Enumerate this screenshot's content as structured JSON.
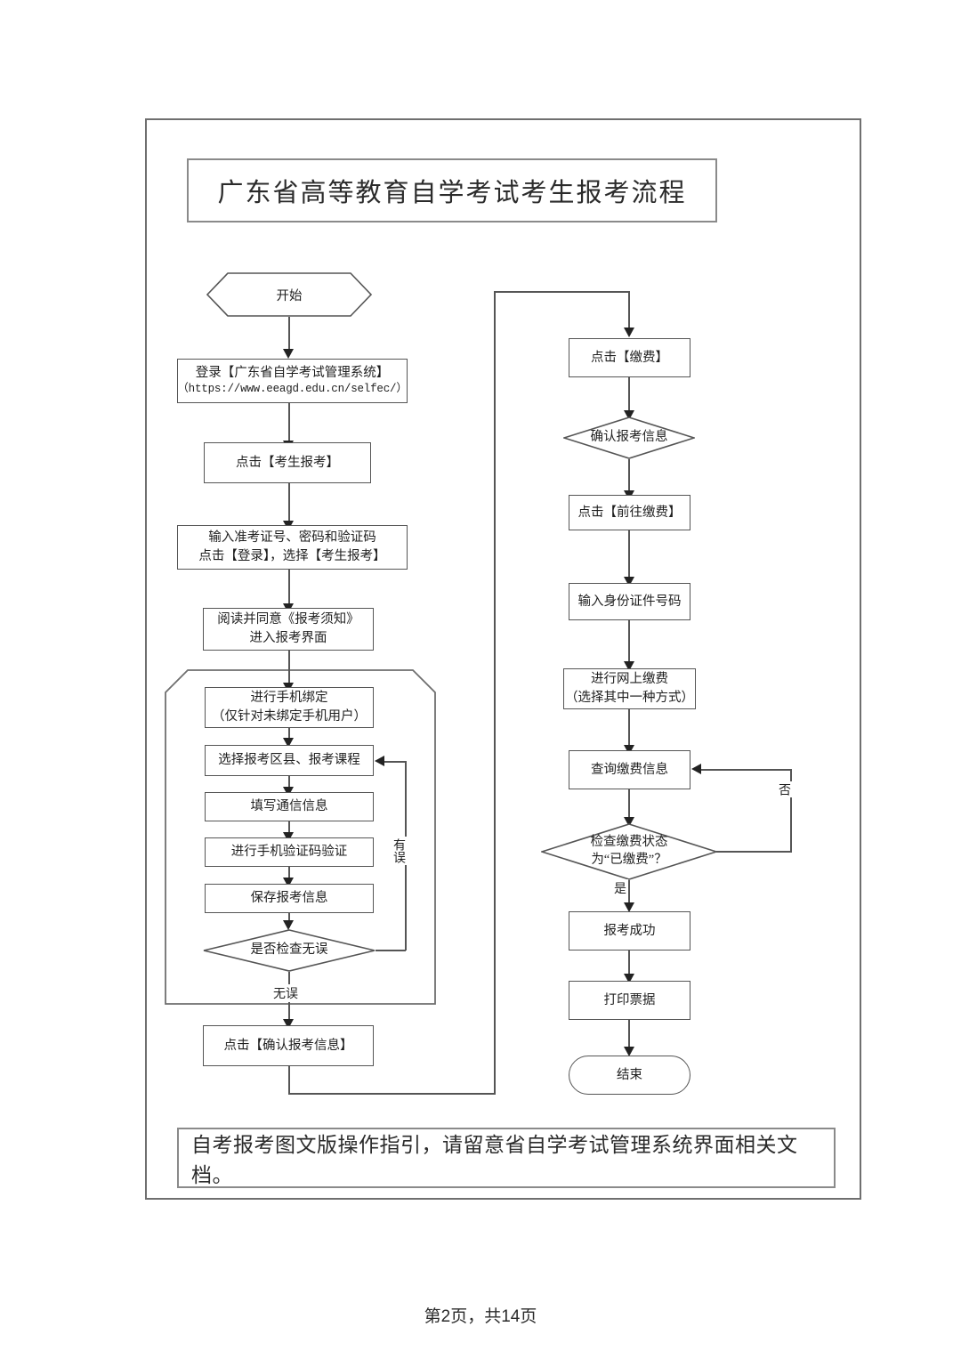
{
  "document": {
    "title": "广东省高等教育自学考试考生报考流程",
    "footer_note": "自考报考图文版操作指引，请留意省自学考试管理系统界面相关文档。",
    "page_number": "第2页，共14页"
  },
  "flow": {
    "left_column": {
      "start": {
        "label": "开始",
        "shape": "hexagon"
      },
      "login": {
        "line1": "登录【广东省自学考试管理系统】",
        "line2": "（https://www.eeagd.edu.cn/selfec/）"
      },
      "click_exam_register": {
        "label": "点击【考生报考】"
      },
      "enter_credentials": {
        "line1": "输入准考证号、密码和验证码",
        "line2": "点击【登录】，选择【考生报考】"
      },
      "read_agree": {
        "line1": "阅读并同意《报考须知》",
        "line2": "进入报考界面"
      },
      "bind_phone": {
        "line1": "进行手机绑定",
        "line2": "（仅针对未绑定手机用户）"
      },
      "select_district_course": {
        "label": "选择报考区县、报考课程"
      },
      "fill_contact": {
        "label": "填写通信信息"
      },
      "verify_sms": {
        "label": "进行手机验证码验证"
      },
      "save_info": {
        "label": "保存报考信息"
      },
      "check_decision": {
        "label": "是否检查无误",
        "shape": "diamond"
      },
      "edge_error": "有误",
      "edge_no_error": "无误",
      "confirm_info": {
        "label": "点击【确认报考信息】"
      }
    },
    "right_column": {
      "click_pay": {
        "label": "点击【缴费】"
      },
      "confirm_exam_info": {
        "label": "确认报考信息",
        "shape": "diamond"
      },
      "click_go_pay": {
        "label": "点击【前往缴费】"
      },
      "enter_id_number": {
        "label": "输入身份证件号码"
      },
      "online_payment": {
        "line1": "进行网上缴费",
        "line2": "（选择其中一种方式）"
      },
      "query_payment": {
        "label": "查询缴费信息"
      },
      "payment_status_decision": {
        "line1": "检查缴费状态",
        "line2": "为“已缴费”？",
        "shape": "diamond"
      },
      "edge_no": "否",
      "edge_yes": "是",
      "register_success": {
        "label": "报考成功"
      },
      "print_receipt": {
        "label": "打印票据"
      },
      "end": {
        "label": "结束",
        "shape": "stadium"
      }
    }
  },
  "colors": {
    "frame_border": "#6f6f6f",
    "node_border": "#555555",
    "text": "#1f1f1f",
    "background": "#ffffff"
  }
}
